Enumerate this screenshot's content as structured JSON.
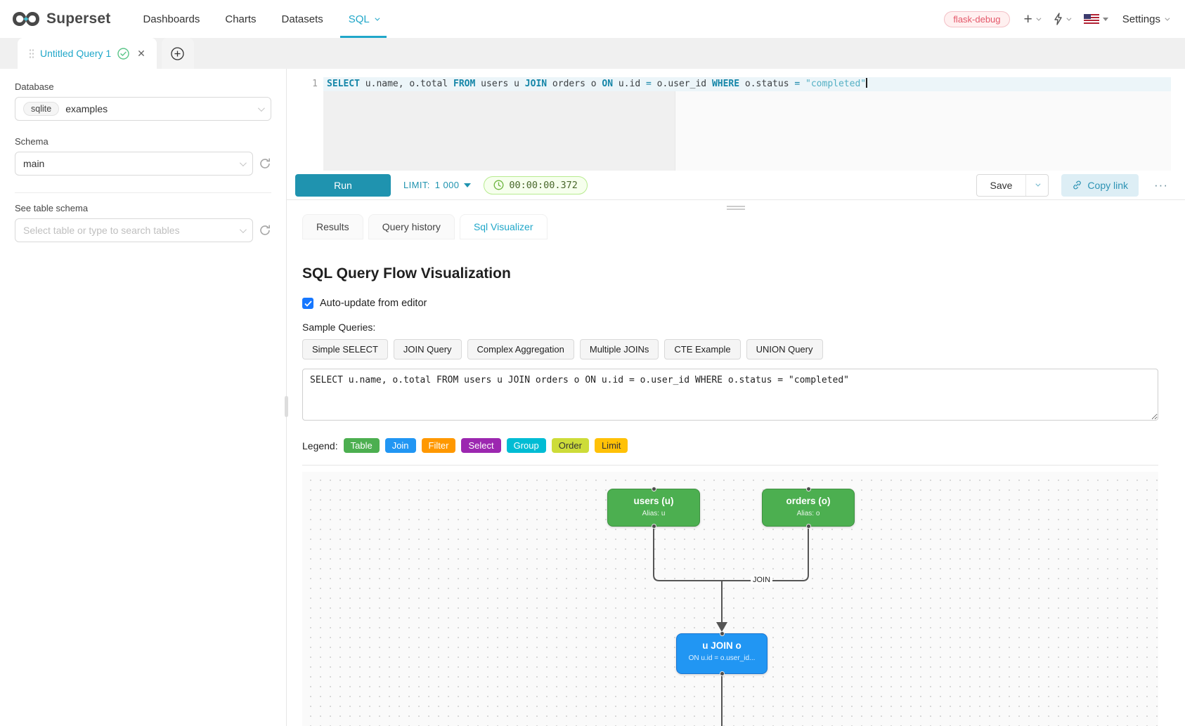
{
  "navbar": {
    "brand": "Superset",
    "items": [
      {
        "label": "Dashboards"
      },
      {
        "label": "Charts"
      },
      {
        "label": "Datasets"
      },
      {
        "label": "SQL"
      }
    ],
    "env_badge": "flask-debug",
    "plus_label": "+",
    "settings_label": "Settings"
  },
  "query_tabs": {
    "active_tab": "Untitled Query 1"
  },
  "sidebar": {
    "database_label": "Database",
    "database_engine": "sqlite",
    "database_value": "examples",
    "schema_label": "Schema",
    "schema_value": "main",
    "table_label": "See table schema",
    "table_placeholder": "Select table or type to search tables"
  },
  "editor": {
    "line_number": "1",
    "sql_tokens": [
      {
        "c": "kw",
        "t": "SELECT"
      },
      {
        "c": "txt",
        "t": " u.name, o.total "
      },
      {
        "c": "kw",
        "t": "FROM"
      },
      {
        "c": "txt",
        "t": " users u "
      },
      {
        "c": "kw",
        "t": "JOIN"
      },
      {
        "c": "txt",
        "t": " orders o "
      },
      {
        "c": "kw",
        "t": "ON"
      },
      {
        "c": "txt",
        "t": " u.id "
      },
      {
        "c": "op",
        "t": "="
      },
      {
        "c": "txt",
        "t": " o.user_id "
      },
      {
        "c": "kw",
        "t": "WHERE"
      },
      {
        "c": "txt",
        "t": " o.status "
      },
      {
        "c": "op",
        "t": "="
      },
      {
        "c": "txt",
        "t": " "
      },
      {
        "c": "str",
        "t": "\"completed\""
      }
    ]
  },
  "toolbar": {
    "run_label": "Run",
    "limit_label": "LIMIT:",
    "limit_value": "1 000",
    "timer": "00:00:00.372",
    "save_label": "Save",
    "copy_link_label": "Copy link",
    "more_label": "···"
  },
  "results_tabs": [
    {
      "label": "Results"
    },
    {
      "label": "Query history"
    },
    {
      "label": "Sql Visualizer"
    }
  ],
  "visualizer": {
    "title": "SQL Query Flow Visualization",
    "auto_update_label": "Auto-update from editor",
    "sample_queries_label": "Sample Queries:",
    "sample_buttons": [
      "Simple SELECT",
      "JOIN Query",
      "Complex Aggregation",
      "Multiple JOINs",
      "CTE Example",
      "UNION Query"
    ],
    "query_text": "SELECT u.name, o.total FROM users u JOIN orders o ON u.id = o.user_id WHERE o.status = \"completed\"",
    "legend_label": "Legend:",
    "legend_items": [
      {
        "label": "Table",
        "bg": "#4CAF50",
        "fg": "#ffffff"
      },
      {
        "label": "Join",
        "bg": "#2196F3",
        "fg": "#ffffff"
      },
      {
        "label": "Filter",
        "bg": "#FF9800",
        "fg": "#ffffff"
      },
      {
        "label": "Select",
        "bg": "#9C27B0",
        "fg": "#ffffff"
      },
      {
        "label": "Group",
        "bg": "#00BCD4",
        "fg": "#ffffff"
      },
      {
        "label": "Order",
        "bg": "#CDDC39",
        "fg": "#333333"
      },
      {
        "label": "Limit",
        "bg": "#FFC107",
        "fg": "#333333"
      }
    ],
    "flow": {
      "nodes": [
        {
          "title": "users (u)",
          "subtitle": "Alias: u",
          "bg": "#4CAF50",
          "border": "#3d9140"
        },
        {
          "title": "orders (o)",
          "subtitle": "Alias: o",
          "bg": "#4CAF50",
          "border": "#3d9140"
        },
        {
          "title": "u JOIN o",
          "subtitle": "ON u.id = o.user_id...",
          "bg": "#2196F3",
          "border": "#1976d2"
        }
      ],
      "edge_label": "JOIN"
    }
  }
}
